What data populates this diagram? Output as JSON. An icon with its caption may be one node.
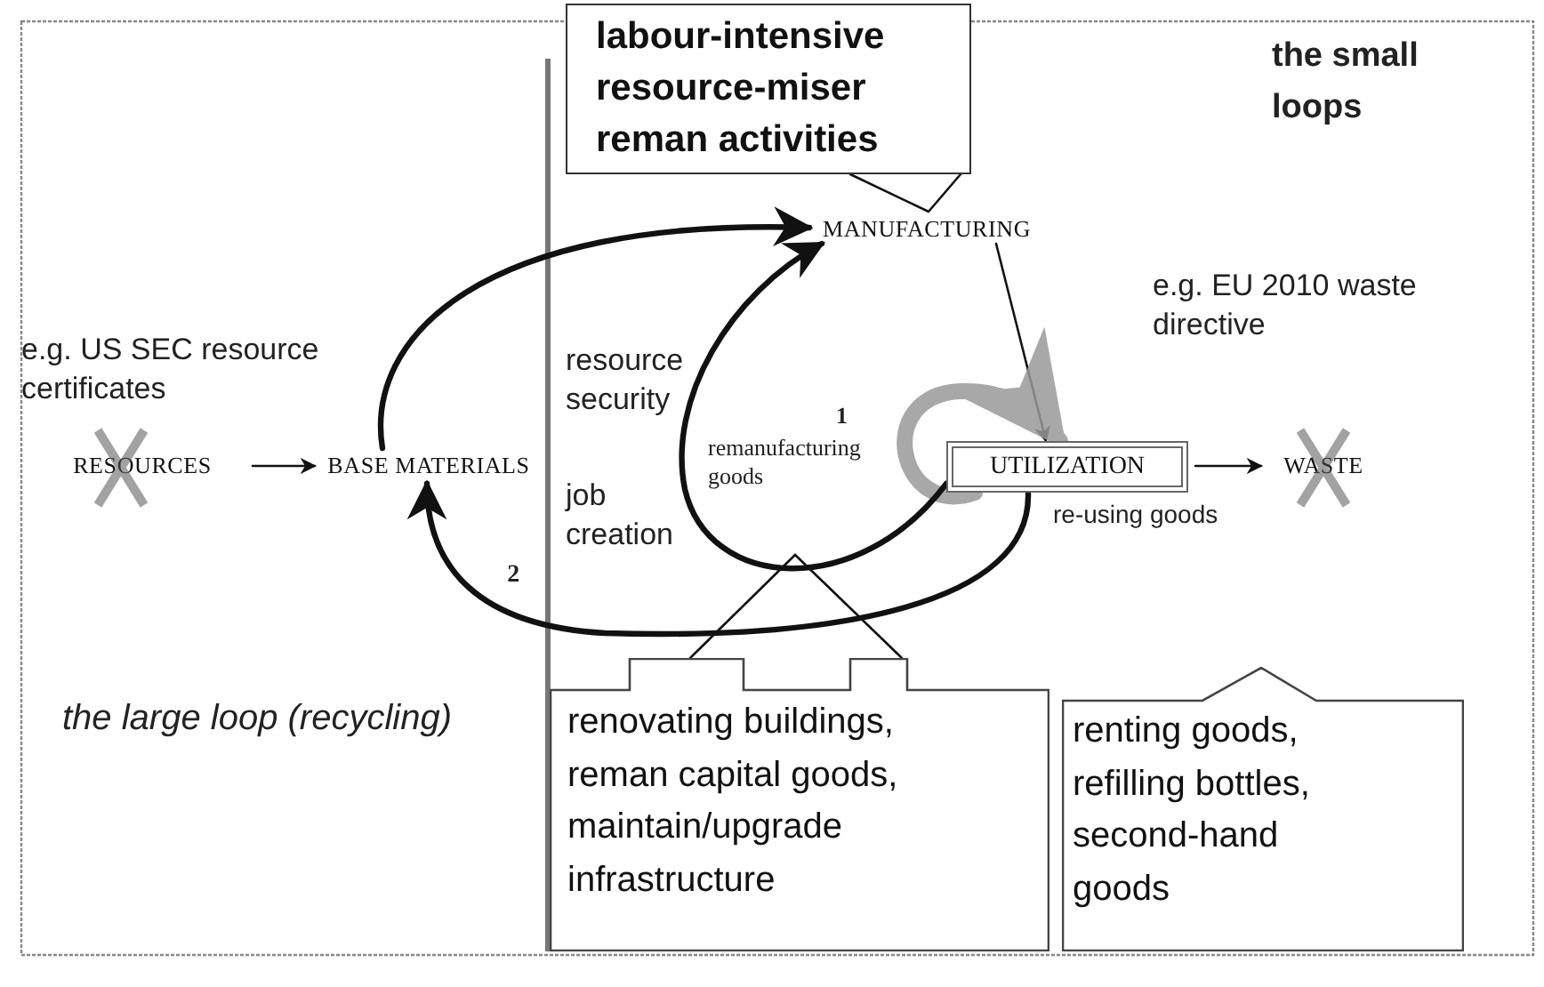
{
  "diagram": {
    "nodes": [
      {
        "text": [
          "labour-intensive resource-miser reman activities"
        ]
      },
      {
        "text": [
          "RESOURCES"
        ]
      },
      {
        "text": [
          "BASE MATERIALS"
        ]
      },
      {
        "text": [
          "MANUFACTURING"
        ]
      },
      {
        "text": [
          "UTILIZATION"
        ]
      },
      {
        "text": [
          "WASTE"
        ]
      },
      {
        "text": [
          "renovating buildings, reman capital goods, maintain/upgrade infrastructure"
        ]
      },
      {
        "text": [
          "renting goods, refilling bottles, second-hand goods"
        ]
      }
    ],
    "edges": [
      {
        "from": 1,
        "to": 2,
        "arrow": "to"
      },
      {
        "from": 4,
        "to": 5,
        "arrow": "to"
      },
      {
        "from": 0,
        "to": 3,
        "arrow": "none"
      },
      {
        "from": 3,
        "to": 4,
        "arrow": "to"
      },
      {
        "from": 4,
        "to": 4,
        "arrow": "to",
        "style": "thick",
        "color": "#999999"
      },
      {
        "from": 2,
        "to": 3,
        "arrow": "to",
        "style": "thick"
      },
      {
        "from": 4,
        "to": 2,
        "arrow": "to",
        "label": "2",
        "style": "thick"
      },
      {
        "from": 4,
        "to": 3,
        "arrow": "to",
        "style": "thick"
      },
      {
        "from": 6,
        "to": null,
        "arrow": "none"
      }
    ],
    "labels": [
      "the small loops",
      "e.g. US SEC resource certificates",
      "e.g. EU 2010 waste directive",
      "resource security",
      "remanufacturing goods",
      "1",
      "job creation",
      "re-using goods",
      "the large loop (recycling)"
    ]
  }
}
